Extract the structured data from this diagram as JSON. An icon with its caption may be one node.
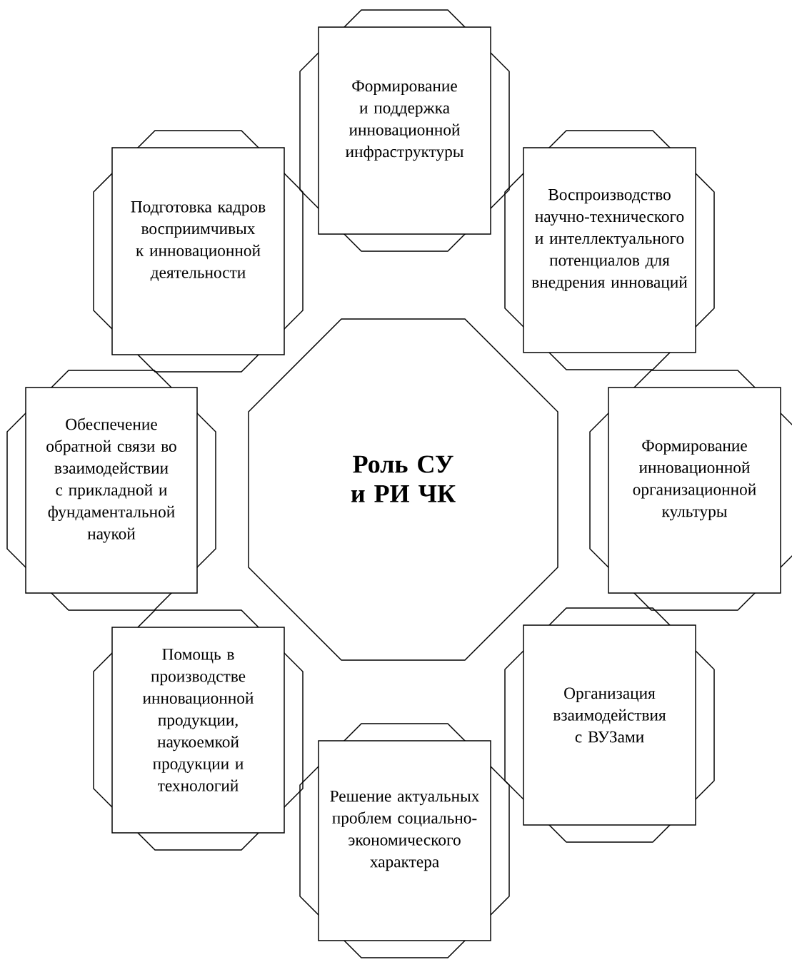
{
  "diagram": {
    "nodes": [
      {
        "text": [
          "Формирование и поддержка инновационной инфраструктуры"
        ]
      },
      {
        "text": [
          "Подготовка кадров восприимчивых к инновационной деятельности"
        ]
      },
      {
        "text": [
          "Воспроизводство научно-технического и интеллектуального потенциалов для внедрения инноваций"
        ]
      },
      {
        "text": [
          "Роль СУ и РИ ЧК"
        ]
      },
      {
        "text": [
          "Обеспечение обратной связи во взаимодействии с прикладной и фундаментальной наукой"
        ]
      },
      {
        "text": [
          "Формирование инновационной организационной культуры"
        ]
      },
      {
        "text": [
          "Помощь в производстве инновационной продукции, наукоемкой продукции и технологий"
        ]
      },
      {
        "text": [
          "Организация взаимодействия с ВУЗами"
        ]
      },
      {
        "text": [
          "Решение актуальных проблем социально-экономического характера"
        ]
      }
    ]
  }
}
